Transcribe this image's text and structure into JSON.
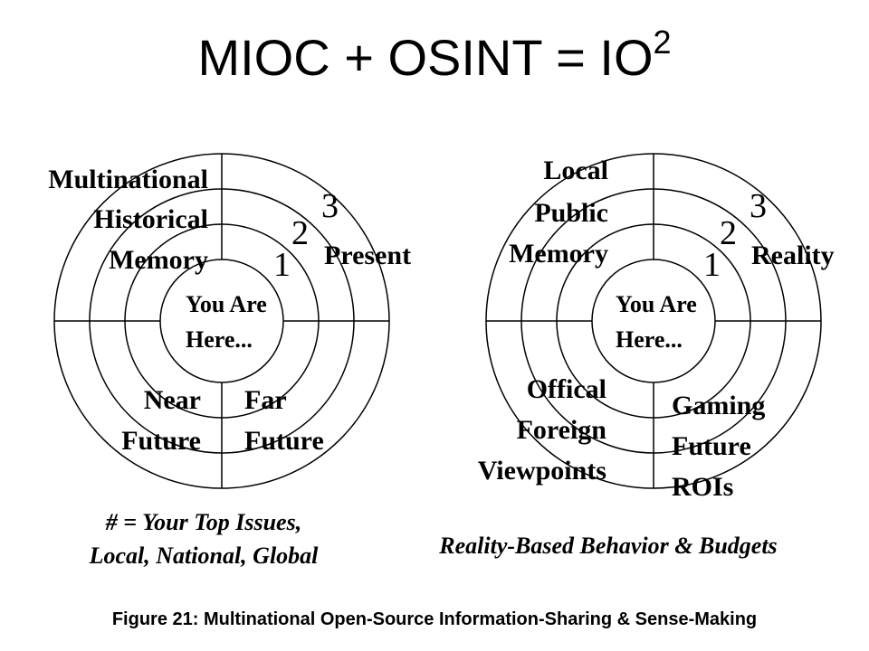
{
  "title": {
    "main": "MIOC + OSINT = IO",
    "superscript": "2"
  },
  "left_diagram": {
    "quadrant_top_left": [
      "Multinational",
      "Historical",
      "Memory"
    ],
    "quadrant_top_right": "Present",
    "quadrant_bottom_left": [
      "Near",
      "Future"
    ],
    "quadrant_bottom_right": [
      "Far",
      "Future"
    ],
    "center": [
      "You Are",
      "Here..."
    ],
    "ring_numbers": [
      "1",
      "2",
      "3"
    ],
    "caption": [
      "# = Your Top Issues,",
      "Local, National, Global"
    ]
  },
  "right_diagram": {
    "quadrant_top_left": [
      "Local",
      "Public",
      "Memory"
    ],
    "quadrant_top_right": "Reality",
    "quadrant_bottom_left": [
      "Offical",
      "Foreign",
      "Viewpoints"
    ],
    "quadrant_bottom_right": [
      "Gaming",
      "Future",
      "ROIs"
    ],
    "center": [
      "You Are",
      "Here..."
    ],
    "ring_numbers": [
      "1",
      "2",
      "3"
    ],
    "caption": [
      "Reality-Based Behavior & Budgets"
    ]
  },
  "figure_caption": "Figure 21: Multinational Open-Source Information-Sharing & Sense-Making"
}
